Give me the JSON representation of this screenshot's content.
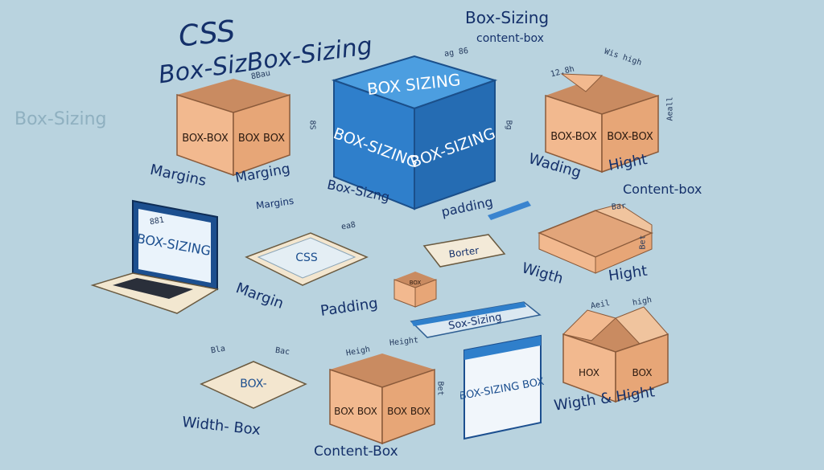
{
  "title": {
    "line1": "CSS",
    "line2": "Box-SizBox-Sizing",
    "faded": "Box-Sizing"
  },
  "header_right": {
    "title": "Box-Sizing",
    "subtitle": "content-box"
  },
  "center_cube": {
    "top_text": "BOX SIZING",
    "front_text": "BOX-SIZING",
    "side_text": "BOX-SIZING"
  },
  "top_left_box": {
    "left_text": "BOX-BOX",
    "right_text": "BOX BOX"
  },
  "top_right_box": {
    "left_text": "BOX-BOX",
    "right_text": "BOX-BOX"
  },
  "bottom_center_box": {
    "left_text": "BOX BOX",
    "right_text": "BOX BOX"
  },
  "bottom_right_box": {
    "left_text": "HOX",
    "right_text": "BOX"
  },
  "laptop": {
    "screen_text": "BOX-SIZING"
  },
  "flat_panel": {
    "text": "CSS"
  },
  "bottom_flat_panel": {
    "text": "BOX-"
  },
  "border_card": {
    "text": "Borter"
  },
  "small_box": {
    "text": "BOX"
  },
  "sizing_bar": {
    "text": "Sox-Sizing"
  },
  "browser_window": {
    "text": "BOX-SIZING BOX"
  },
  "labels": {
    "margins_1": "Margins",
    "margins_2": "Marging",
    "margins_3": "Margins",
    "margin": "Margin",
    "padding_1": "Padding",
    "padding_2": "padding",
    "box_sizing": "Box-Sizng",
    "wading": "Wading",
    "hight_1": "Hight",
    "content_box_1": "Content-box",
    "wigth": "Wigth",
    "hight_2": "Hight",
    "width_box": "Width- Box",
    "content_box_2": "Content-Box",
    "width_hight": "Wigth & Hight"
  },
  "dimensions": {
    "d1": "ag 86",
    "d2": "8Bau",
    "d3": "8S",
    "d4": "Bg",
    "d5": "12.8h",
    "d6": "Wis high",
    "d7": "Aeall",
    "d8": "881",
    "d9": "ea8",
    "d10": "Bar",
    "d11": "Bet",
    "d12": "Height",
    "d13": "Heigh",
    "d14": "Bet",
    "d15": "Bla",
    "d16": "Bac",
    "d17": "high",
    "d18": "Aeil"
  },
  "colors": {
    "background": "#b9d3df",
    "cube_blue": "#2f7fcb",
    "cardboard": "#f2b98f",
    "cardboard_dark": "#d9926a",
    "ink": "#14306a"
  }
}
